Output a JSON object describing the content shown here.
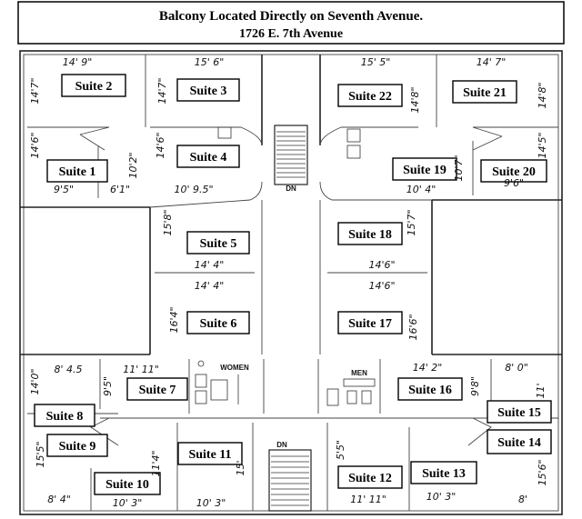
{
  "header": {
    "title": "Balcony Located Directly on Seventh Avenue.",
    "address": "1726 E. 7th Avenue"
  },
  "stairs_label_top": "DN",
  "stairs_label_bottom": "DN",
  "restrooms": {
    "women": "WOMEN",
    "men": "MEN"
  },
  "suites": [
    {
      "label": "Suite 2"
    },
    {
      "label": "Suite 3"
    },
    {
      "label": "Suite 22"
    },
    {
      "label": "Suite 21"
    },
    {
      "label": "Suite 1"
    },
    {
      "label": "Suite 4"
    },
    {
      "label": "Suite 19"
    },
    {
      "label": "Suite 20"
    },
    {
      "label": "Suite 5"
    },
    {
      "label": "Suite 18"
    },
    {
      "label": "Suite 6"
    },
    {
      "label": "Suite 17"
    },
    {
      "label": "Suite 7"
    },
    {
      "label": "Suite 16"
    },
    {
      "label": "Suite 8"
    },
    {
      "label": "Suite 15"
    },
    {
      "label": "Suite 9"
    },
    {
      "label": "Suite 14"
    },
    {
      "label": "Suite 10"
    },
    {
      "label": "Suite 11"
    },
    {
      "label": "Suite 12"
    },
    {
      "label": "Suite 13"
    }
  ],
  "dimensions": [
    "14' 9\"",
    "14'7\"",
    "15' 6\"",
    "14'7\"",
    "15' 5\"",
    "14'8\"",
    "14' 7\"",
    "14'8\"",
    "14'6\"",
    "9'5\"",
    "6'1\"",
    "10'2\"",
    "14'6\"",
    "10' 9.5\"",
    "10' 4\"",
    "10'7\"",
    "9'6\"",
    "14'5\"",
    "15'8\"",
    "14' 4\"",
    "15'7\"",
    "14'6\"",
    "14' 4\"",
    "14'6\"",
    "16'4\"",
    "16'6\"",
    "8' 4.5",
    "14'0\"",
    "11' 11\"",
    "9'5\"",
    "14' 2\"",
    "9'8\"",
    "8' 0\"",
    "11'",
    "15'5\"",
    "11'4\"",
    "8' 4\"",
    "10' 3\"",
    "10' 3\"",
    "15'",
    "5'5\"",
    "11' 11\"",
    "10' 3\"",
    "8'",
    "15'6\""
  ]
}
